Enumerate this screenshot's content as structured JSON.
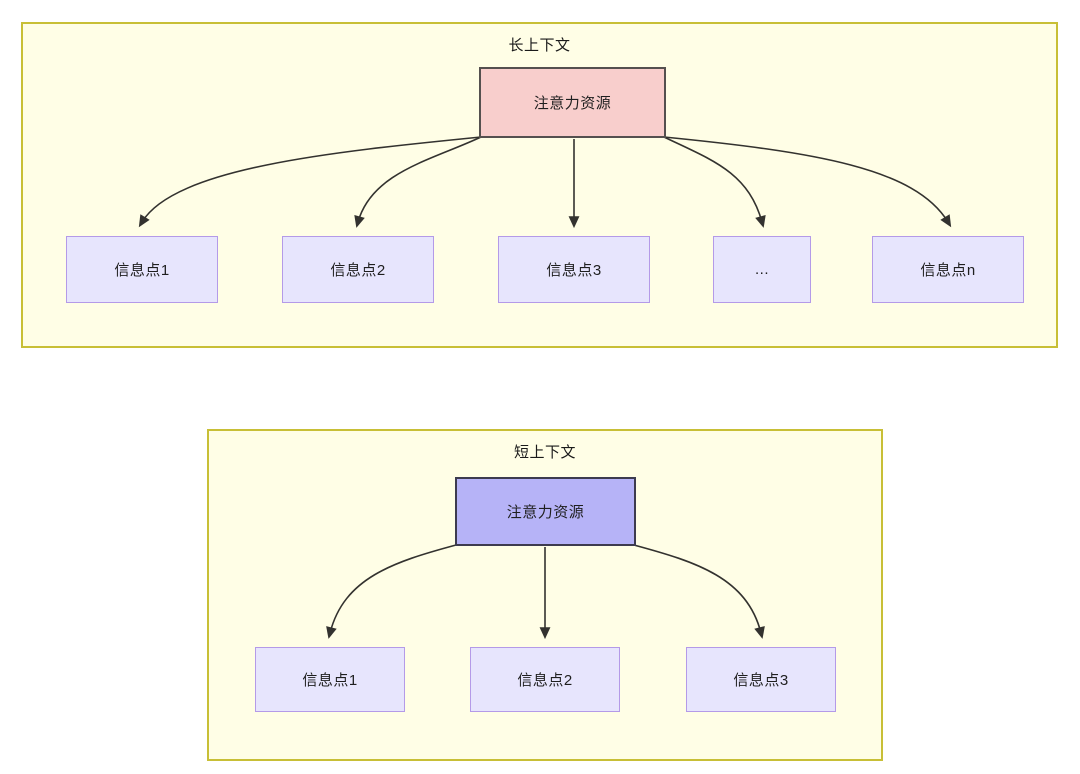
{
  "diagram": {
    "type": "flowchart",
    "panels": [
      {
        "id": "long-context",
        "title": "长上下文",
        "root": {
          "label": "注意力资源",
          "fill": "#f8cecc",
          "stroke": "#55504f"
        },
        "children": [
          {
            "label": "信息点1"
          },
          {
            "label": "信息点2"
          },
          {
            "label": "信息点3"
          },
          {
            "label": "..."
          },
          {
            "label": "信息点n"
          }
        ]
      },
      {
        "id": "short-context",
        "title": "短上下文",
        "root": {
          "label": "注意力资源",
          "fill": "#b6b3f7",
          "stroke": "#3d3b4f"
        },
        "children": [
          {
            "label": "信息点1"
          },
          {
            "label": "信息点2"
          },
          {
            "label": "信息点3"
          }
        ]
      }
    ],
    "colors": {
      "panel_fill": "#fffee6",
      "panel_stroke": "#c8bf36",
      "info_fill": "#e7e5fd",
      "info_stroke": "#b49ae8",
      "edge_stroke": "#33322f",
      "attention_long_fill": "#f8cecc",
      "attention_short_fill": "#b6b3f7"
    }
  }
}
